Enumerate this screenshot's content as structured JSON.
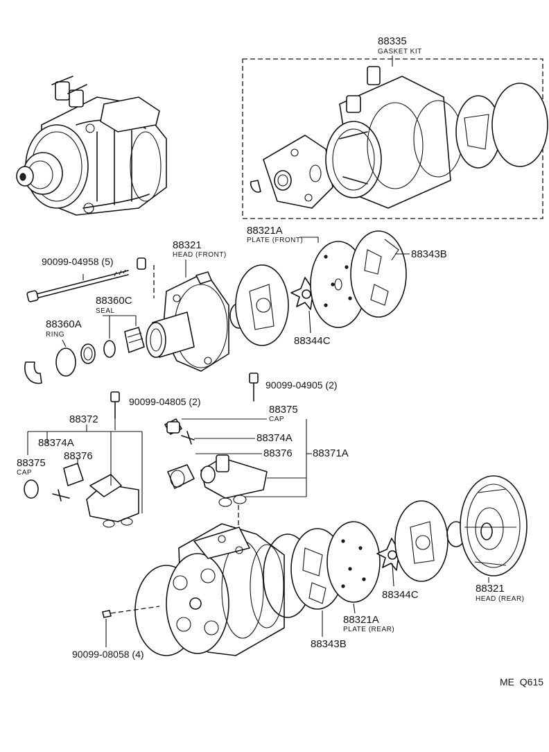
{
  "labels": {
    "gasket_kit_no": "88335",
    "gasket_kit_name": "GASKET KIT",
    "plate_front_no": "88321A",
    "plate_front_name": "PLATE (FRONT)",
    "head_front_no": "88321",
    "head_front_name": "HEAD (FRONT)",
    "valve_top": "88343B",
    "bolt_long": "90099-04958 (5)",
    "seal_no": "88360C",
    "seal_name": "SEAL",
    "ring_no": "88360A",
    "ring_name": "RING",
    "reed_front": "88344C",
    "screw_right": "90099-04905 (2)",
    "screw_left": "90099-04805 (2)",
    "cap_right_no": "88375",
    "cap_right_name": "CAP",
    "valve_core_right": "88374A",
    "union_right": "88376",
    "service_valve_right": "88371A",
    "service_valve_left": "88372",
    "valve_core_left": "88374A",
    "cap_left_no": "88375",
    "cap_left_name": "CAP",
    "union_left": "88376",
    "reed_rear": "88344C",
    "head_rear_no": "88321",
    "head_rear_name": "HEAD (REAR)",
    "plate_rear_no": "88321A",
    "plate_rear_name": "PLATE (REAR)",
    "valve_bottom": "88343B",
    "pin": "90099-08058 (4)",
    "diagram_code": "ME  Q615"
  }
}
